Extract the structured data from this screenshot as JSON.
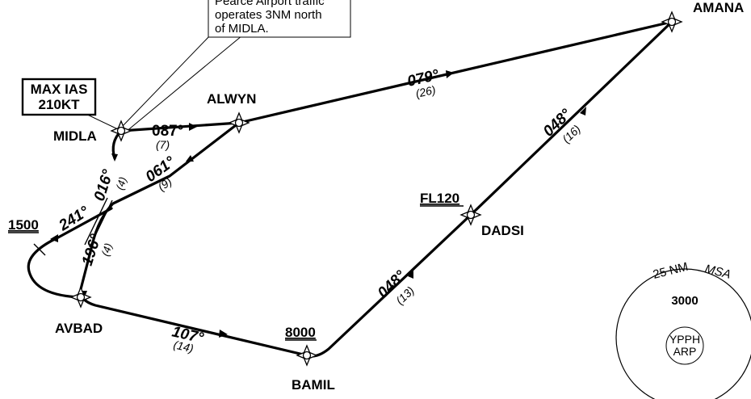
{
  "note": {
    "lines": [
      "Pearce Airport traffic",
      "operates 3NM north",
      "of MIDLA."
    ]
  },
  "speed_restriction": {
    "line1": "MAX IAS",
    "line2": "210KT"
  },
  "waypoints": {
    "amana": "AMANA",
    "alwyn": "ALWYN",
    "midla": "MIDLA",
    "dadsi": "DADSI",
    "avbad": "AVBAD",
    "bamil": "BAMIL"
  },
  "legs": {
    "alwyn_amana": {
      "track": "079°",
      "distance": "(26)"
    },
    "amana_dadsi": {
      "track": "048°",
      "distance": "(16)"
    },
    "dadsi_bamil": {
      "track": "048°",
      "distance": "(13)"
    },
    "bamil_avbad": {
      "track": "107°",
      "distance": "(14)"
    },
    "midla_alwyn": {
      "track": "087°",
      "distance": "(7)"
    },
    "to_alwyn": {
      "track": "061°",
      "distance": "(9)"
    },
    "to_midla": {
      "track": "016°",
      "distance": "(4)"
    },
    "to_avbad": {
      "track": "196°",
      "distance": "(4)"
    },
    "turn_241": {
      "track": "241°"
    }
  },
  "altitudes": {
    "fl120": "FL120",
    "a8000": "8000",
    "a1500": "1500"
  },
  "msa": {
    "radius_label": "25 NM",
    "label": "MSA",
    "altitude": "3000",
    "ref_line1": "YPPH",
    "ref_line2": "ARP"
  }
}
